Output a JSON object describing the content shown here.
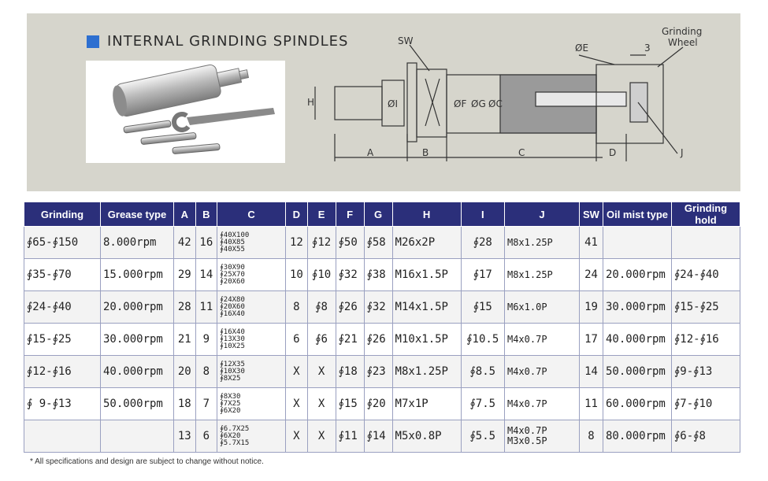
{
  "title": "INTERNAL GRINDING SPINDLES",
  "drawing_labels": {
    "sw": "SW",
    "e": "ØE",
    "three": "3",
    "grinding": "Grinding",
    "wheel": "Wheel",
    "h": "H",
    "i": "ØI",
    "f": "ØF",
    "g": "ØG",
    "c_dia": "ØC",
    "a": "A",
    "b": "B",
    "c": "C",
    "d": "D",
    "j": "J"
  },
  "headers": [
    "Grinding",
    "Grease type",
    "A",
    "B",
    "C",
    "D",
    "E",
    "F",
    "G",
    "H",
    "I",
    "J",
    "SW",
    "Oil mist type",
    "Grinding hold"
  ],
  "rows": [
    {
      "grinding": "∮65-∮150",
      "grease": "8.000rpm",
      "a": "42",
      "b": "16",
      "c": [
        "∮40X100",
        "∮40X85",
        "∮40X55"
      ],
      "d": "12",
      "e": "∮12",
      "f": "∮50",
      "g": "∮58",
      "h": "M26x2P",
      "i": "∮28",
      "j": [
        "M8x1.25P"
      ],
      "sw": "41",
      "oil": "",
      "hold": ""
    },
    {
      "grinding": "∮35-∮70",
      "grease": "15.000rpm",
      "a": "29",
      "b": "14",
      "c": [
        "∮30X90",
        "∮25X70",
        "∮20X60"
      ],
      "d": "10",
      "e": "∮10",
      "f": "∮32",
      "g": "∮38",
      "h": "M16x1.5P",
      "i": "∮17",
      "j": [
        "M8x1.25P"
      ],
      "sw": "24",
      "oil": "20.000rpm",
      "hold": "∮24-∮40"
    },
    {
      "grinding": "∮24-∮40",
      "grease": "20.000rpm",
      "a": "28",
      "b": "11",
      "c": [
        "∮24X80",
        "∮20X60",
        "∮16X40"
      ],
      "d": "8",
      "e": "∮8",
      "f": "∮26",
      "g": "∮32",
      "h": "M14x1.5P",
      "i": "∮15",
      "j": [
        "M6x1.0P"
      ],
      "sw": "19",
      "oil": "30.000rpm",
      "hold": "∮15-∮25"
    },
    {
      "grinding": "∮15-∮25",
      "grease": "30.000rpm",
      "a": "21",
      "b": "9",
      "c": [
        "∮16X40",
        "∮13X30",
        "∮10X25"
      ],
      "d": "6",
      "e": "∮6",
      "f": "∮21",
      "g": "∮26",
      "h": "M10x1.5P",
      "i": "∮10.5",
      "j": [
        "M4x0.7P"
      ],
      "sw": "17",
      "oil": "40.000rpm",
      "hold": "∮12-∮16"
    },
    {
      "grinding": "∮12-∮16",
      "grease": "40.000rpm",
      "a": "20",
      "b": "8",
      "c": [
        "∮12X35",
        "∮10X30",
        "∮8X25"
      ],
      "d": "X",
      "e": "X",
      "f": "∮18",
      "g": "∮23",
      "h": "M8x1.25P",
      "i": "∮8.5",
      "j": [
        "M4x0.7P"
      ],
      "sw": "14",
      "oil": "50.000rpm",
      "hold": "∮9-∮13"
    },
    {
      "grinding": "∮ 9-∮13",
      "grease": "50.000rpm",
      "a": "18",
      "b": "7",
      "c": [
        "∮8X30",
        "∮7X25",
        "∮6X20"
      ],
      "d": "X",
      "e": "X",
      "f": "∮15",
      "g": "∮20",
      "h": "M7x1P",
      "i": "∮7.5",
      "j": [
        "M4x0.7P"
      ],
      "sw": "11",
      "oil": "60.000rpm",
      "hold": "∮7-∮10"
    },
    {
      "grinding": "",
      "grease": "",
      "a": "13",
      "b": "6",
      "c": [
        "∮6.7X25",
        "∮6X20",
        "∮5.7X15"
      ],
      "d": "X",
      "e": "X",
      "f": "∮11",
      "g": "∮14",
      "h": "M5x0.8P",
      "i": "∮5.5",
      "j": [
        "M4x0.7P",
        "M3x0.5P"
      ],
      "sw": "8",
      "oil": "80.000rpm",
      "hold": "∮6-∮8"
    }
  ],
  "note": "* All specifications and design are subject to change without notice.",
  "colors": {
    "header_bg": "#2b2f7a",
    "accent_square": "#2d6fd0",
    "panel_bg": "#d6d5cc"
  }
}
